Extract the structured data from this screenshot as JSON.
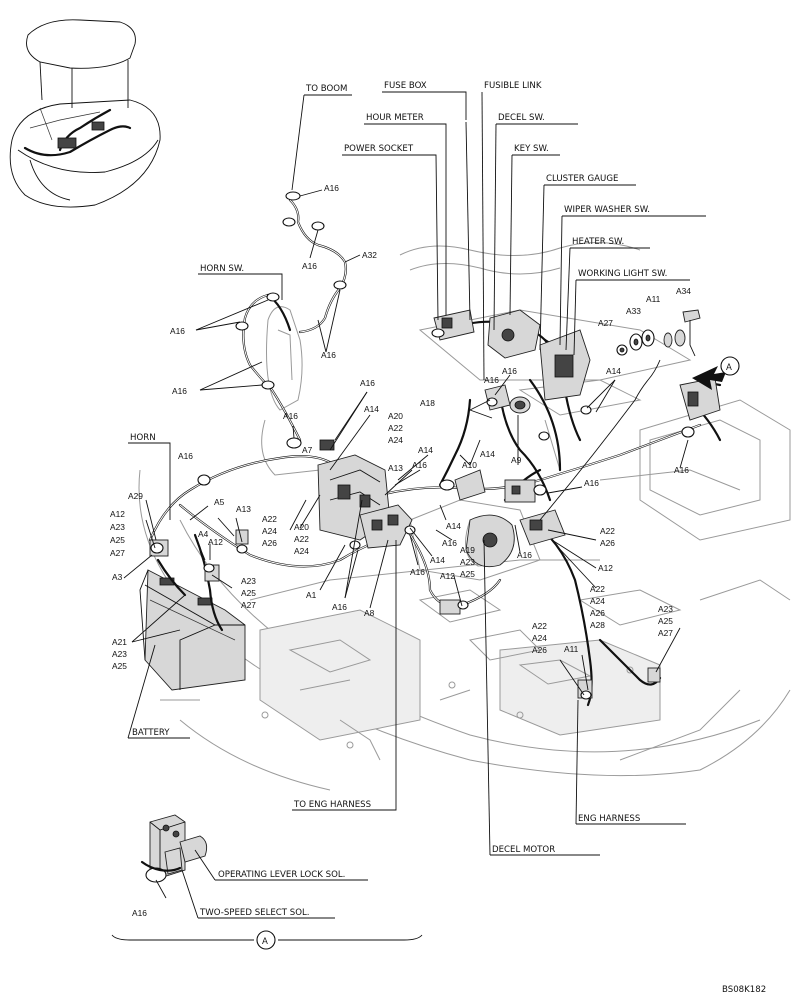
{
  "labels": {
    "to_boom": "TO BOOM",
    "fuse_box": "FUSE BOX",
    "fusible_link": "FUSIBLE LINK",
    "hour_meter": "HOUR METER",
    "decel_sw": "DECEL SW.",
    "power_socket": "POWER SOCKET",
    "key_sw": "KEY SW.",
    "cluster_gauge": "CLUSTER GAUGE",
    "wiper_washer_sw": "WIPER WASHER SW.",
    "heater_sw": "HEATER SW.",
    "working_light_sw": "WORKING LIGHT SW.",
    "horn_sw": "HORN SW.",
    "horn": "HORN",
    "battery": "BATTERY",
    "to_eng_harness": "TO ENG HARNESS",
    "eng_harness": "ENG HARNESS",
    "decel_motor": "DECEL MOTOR",
    "operating_lever_lock_sol": "OPERATING LEVER LOCK SOL.",
    "two_speed_select_sol": "TWO-SPEED SELECT SOL.",
    "detail_a": "A",
    "figure_code": "BS08K182"
  },
  "callouts": {
    "a16": "A16",
    "a32": "A32",
    "a34": "A34",
    "a11": "A11",
    "a33": "A33",
    "a27": "A27",
    "a14": "A14",
    "a18": "A18",
    "a10": "A10",
    "a9": "A9",
    "a20": "A20",
    "a22": "A22",
    "a24": "A24",
    "a13": "A13",
    "a7": "A7",
    "a26": "A26",
    "a29": "A29",
    "a12": "A12",
    "a23": "A23",
    "a25": "A25",
    "a5": "A5",
    "a4": "A4",
    "a3": "A3",
    "a21": "A21",
    "a1": "A1",
    "a8": "A8",
    "a19": "A19",
    "a28": "A28"
  }
}
